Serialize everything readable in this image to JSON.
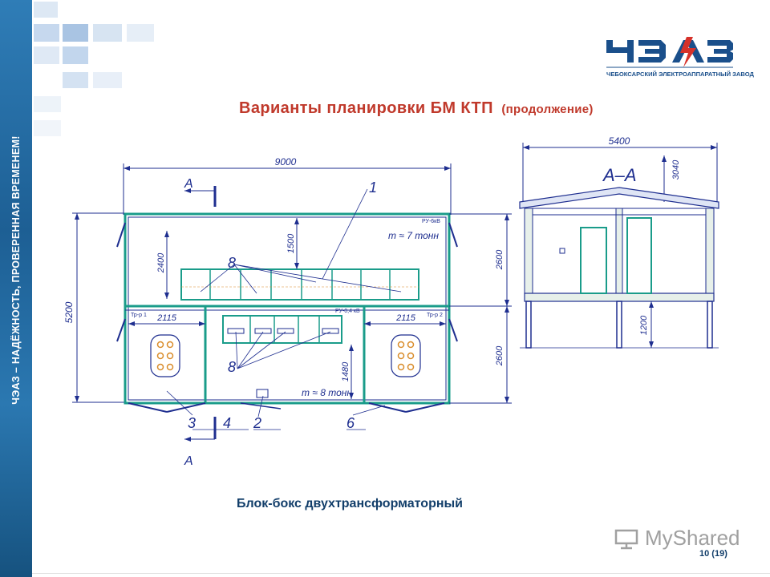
{
  "sidebar": {
    "slogan": "ЧЭАЗ – НАДЁЖНОСТЬ, ПРОВЕРЕННАЯ ВРЕМЕНЕМ!"
  },
  "logo": {
    "mark": "ЧЭАЗ",
    "company": "ЧЕБОКСАРСКИЙ ЭЛЕКТРОАППАРАТНЫЙ ЗАВОД"
  },
  "title": {
    "main": "Варианты планировки БМ КТП",
    "sub": "(продолжение)"
  },
  "drawing": {
    "plan": {
      "dim_length": "9000",
      "dim_width": "5200",
      "dim_2400": "2400",
      "dim_1500": "1500",
      "dim_2600_top": "2600",
      "dim_2600_bottom": "2600",
      "dim_2115_left": "2115",
      "dim_2115_right": "2115",
      "dim_1480": "1480",
      "section_mark": "А",
      "room_ru_kv": "РУ-6кВ",
      "room_ru_04": "РУ-0,4 кВ",
      "room_tr1": "Тр-р 1",
      "room_tr2": "Тр-р 2",
      "mass_top": "m ≈ 7 тонн",
      "mass_bottom": "m ≈ 8 тонн",
      "callouts": [
        "1",
        "8",
        "8",
        "3",
        "4",
        "2",
        "6"
      ]
    },
    "section": {
      "dim_width": "5400",
      "dim_height": "3040",
      "dim_1200": "1200",
      "label": "А–А"
    }
  },
  "caption": "Блок-бокс двухтрансформаторный",
  "page_number": "10 (19)",
  "watermark": "MyShared",
  "colors": {
    "accent_red": "#c0392b",
    "brand_blue": "#1f6fa8",
    "drawing_teal": "#1a9c8a",
    "drawing_blue": "#1e2e8f"
  }
}
